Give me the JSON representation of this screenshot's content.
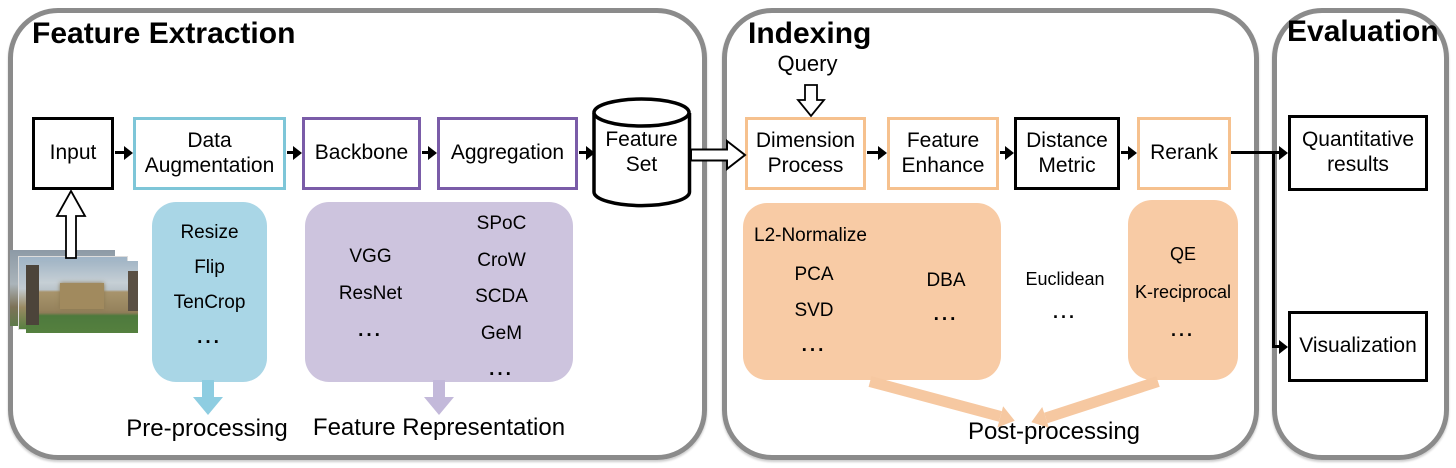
{
  "colors": {
    "panel_border": "#8b8b8b",
    "cyan_border": "#7ec6d8",
    "purple_border": "#7a5ca8",
    "orange_border": "#f6c18e",
    "blue_fill": "#a9d6e6",
    "purple_fill": "#cdc4de",
    "orange_fill": "#f8cba5"
  },
  "feature_extraction": {
    "title": "Feature Extraction",
    "input_label": "Input",
    "data_augmentation_label": "Data Augmentation",
    "backbone_label": "Backbone",
    "aggregation_label": "Aggregation",
    "feature_set_label": "Feature Set",
    "preprocessing": {
      "items": [
        "Resize",
        "Flip",
        "TenCrop",
        "..."
      ],
      "label": "Pre-processing"
    },
    "representation": {
      "backbones": [
        "VGG",
        "ResNet",
        "..."
      ],
      "aggregators": [
        "SPoC",
        "CroW",
        "SCDA",
        "GeM",
        "..."
      ],
      "label": "Feature Representation"
    }
  },
  "indexing": {
    "title": "Indexing",
    "query_label": "Query",
    "dimension_process_label": "Dimension Process",
    "feature_enhance_label": "Feature Enhance",
    "distance_metric_label": "Distance Metric",
    "rerank_label": "Rerank",
    "dimension_methods": {
      "header": "L2-Normalize",
      "col1": [
        "PCA",
        "SVD",
        "..."
      ],
      "col2": [
        "DBA",
        "..."
      ]
    },
    "distance_methods": [
      "Euclidean",
      "..."
    ],
    "rerank_methods": [
      "QE",
      "K-reciprocal",
      "..."
    ],
    "postprocessing_label": "Post-processing"
  },
  "evaluation": {
    "title": "Evaluation",
    "quantitative_label": "Quantitative results",
    "visualization_label": "Visualization"
  }
}
